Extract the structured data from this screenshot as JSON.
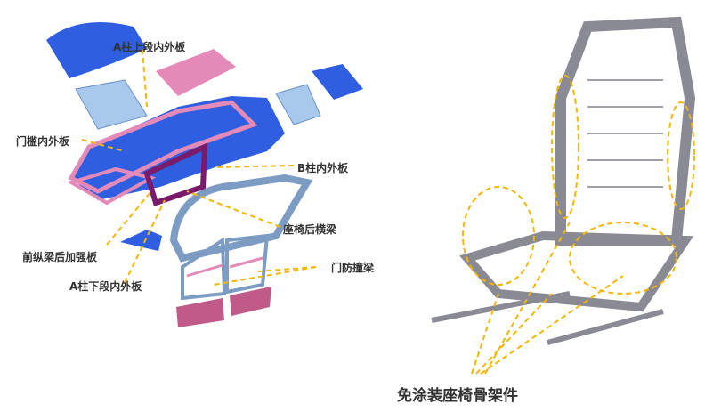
{
  "labels": {
    "a_pillar_upper": "A柱上段内外板",
    "door_sill": "门槛内外板",
    "b_pillar": "B柱内外板",
    "seat_rear_beam": "座椅后横梁",
    "front_rail_rear_reinforcement": "前纵梁后加强板",
    "door_impact_beam": "门防撞梁",
    "a_pillar_lower": "A柱下段内外板"
  },
  "caption": "免涂装座椅骨架件",
  "colors": {
    "blue": "#2f5fe0",
    "pink": "#e48ab8",
    "lightblue": "#8fb4e0",
    "steelblue": "#7d9cc4",
    "purple": "#7a1a6a",
    "leader": "#f2b705",
    "seat_frame": "#8a8a94"
  }
}
